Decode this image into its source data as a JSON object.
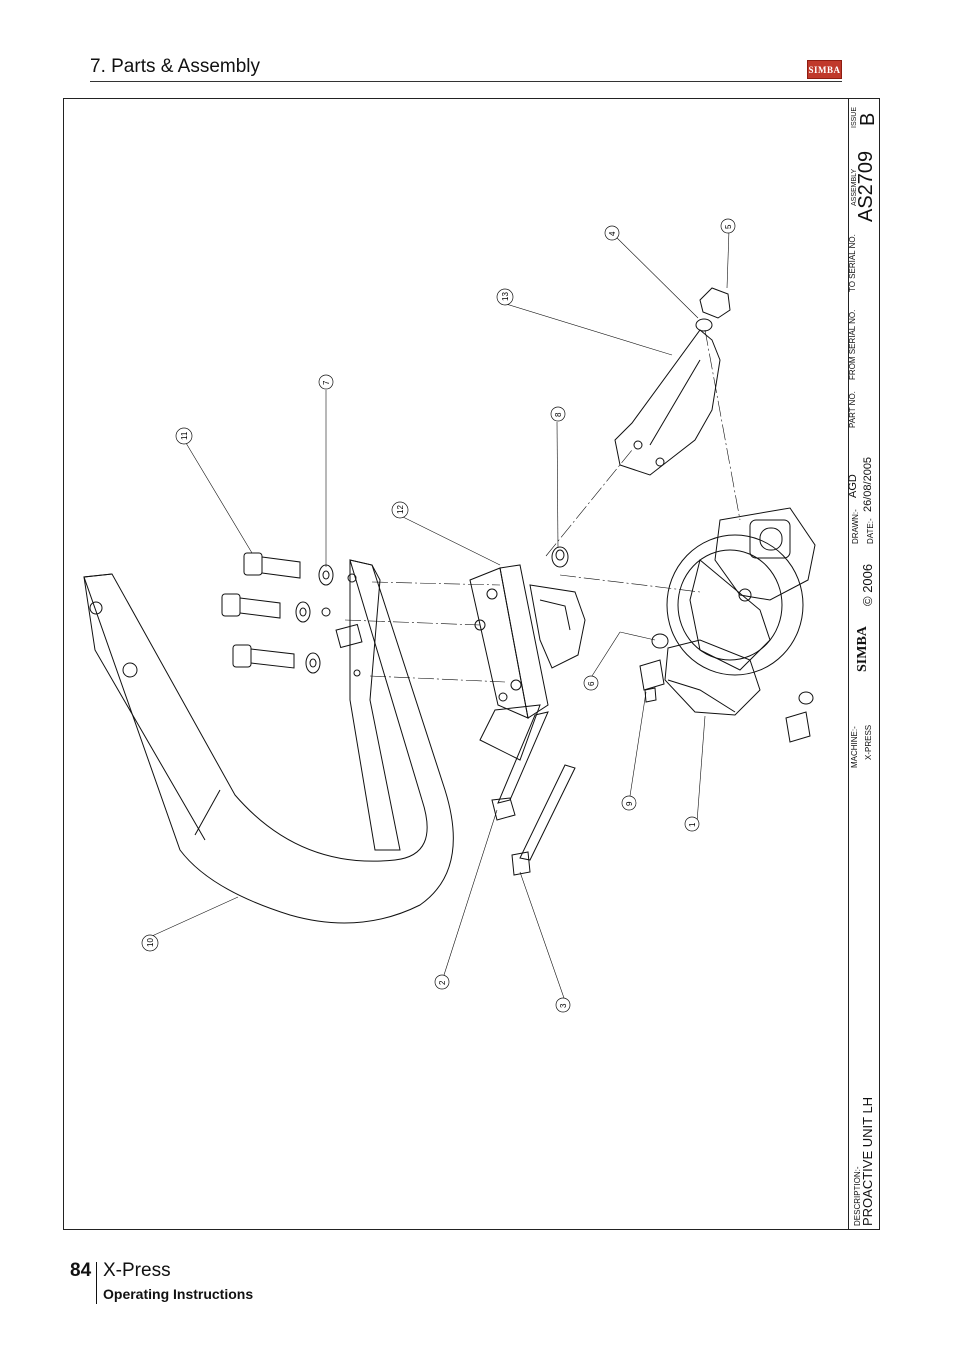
{
  "header": {
    "section_title": "7. Parts & Assembly",
    "logo_text": "SIMBA",
    "logo_color": "#c0392b"
  },
  "title_block": {
    "issue_label": "ISSUE",
    "issue_value": "B",
    "assembly_label": "ASSEMBLY",
    "assembly_value": "AS2709",
    "to_serial_label": "TO SERIAL NO.",
    "from_serial_label": "FROM SERIAL NO.",
    "part_no_label": "PART NO.",
    "drawn_label": "DRAWN:-",
    "drawn_value": "AGD",
    "date_label": "DATE:-",
    "date_value": "26/08/2005",
    "copyright": "© 2006",
    "brand": "SIMBA",
    "machine_label": "MACHINE:-",
    "machine_value": "X-PRESS",
    "description_label": "DESCRIPTION:-",
    "description_value": "PROACTIVE UNIT LH"
  },
  "callouts": [
    "1",
    "2",
    "3",
    "4",
    "5",
    "6",
    "7",
    "8",
    "9",
    "10",
    "11",
    "12",
    "13"
  ],
  "footer": {
    "page_number": "84",
    "product": "X-Press",
    "subtitle": "Operating Instructions"
  }
}
